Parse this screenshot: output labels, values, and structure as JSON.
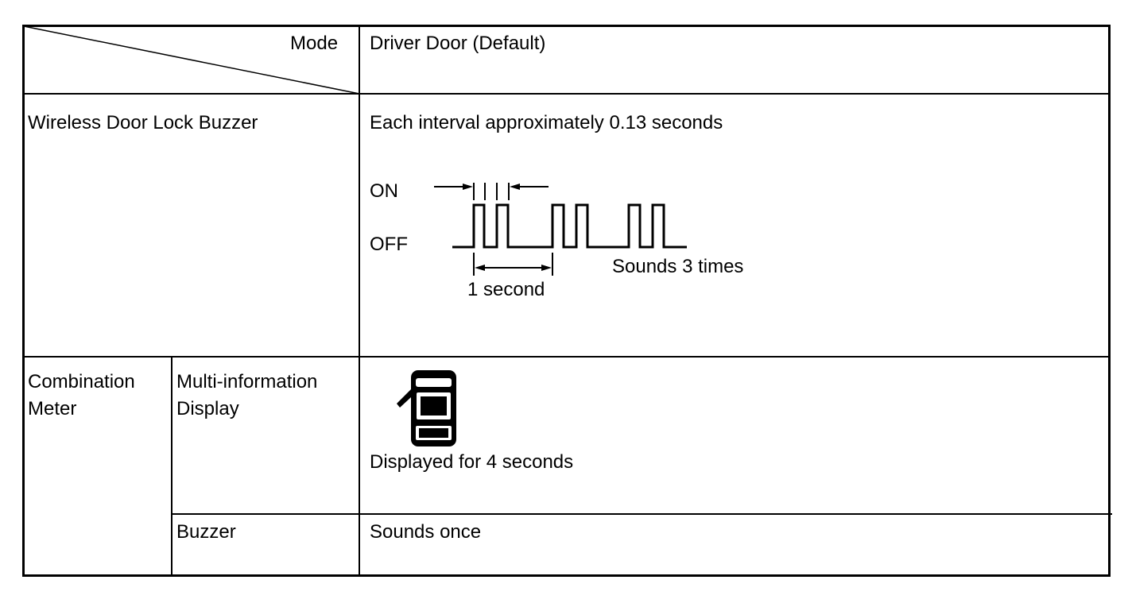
{
  "table": {
    "header": {
      "mode_label": "Mode",
      "driver_door": "Driver Door (Default)"
    },
    "wireless_row": {
      "label": "Wireless Door Lock Buzzer",
      "interval_text": "Each interval approximately 0.13 seconds",
      "diagram": {
        "on_label": "ON",
        "off_label": "OFF",
        "one_second_label": "1 second",
        "sounds_label": "Sounds 3 times"
      }
    },
    "combination_row": {
      "label_line1": "Combination",
      "label_line2": "Meter",
      "mid_label_line1": "Multi-information",
      "mid_label_line2": "Display",
      "display_text": "Displayed for 4 seconds",
      "display_icon": "vehicle-door-open-icon"
    },
    "buzzer_row": {
      "label": "Buzzer",
      "value": "Sounds once"
    }
  }
}
